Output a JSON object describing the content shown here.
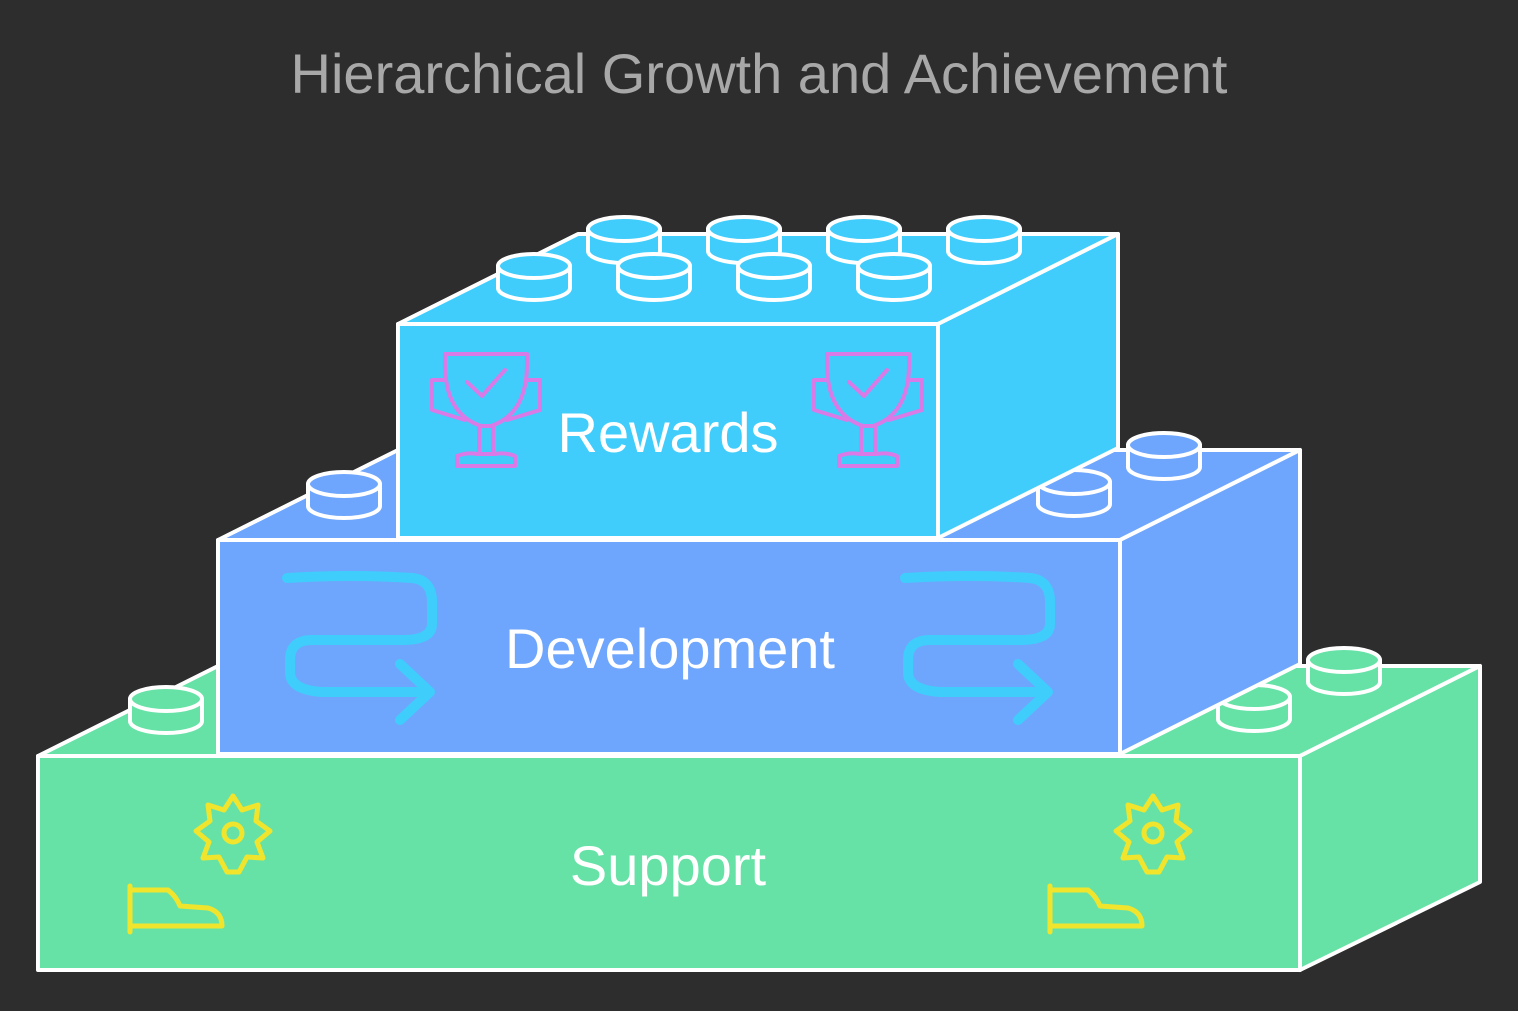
{
  "title": "Hierarchical Growth and Achievement",
  "levels": [
    {
      "name": "support",
      "label": "Support",
      "color": "#67e2a7",
      "icons": [
        "gear-icon",
        "hand-icon"
      ],
      "icon_color": "#f0e52c"
    },
    {
      "name": "development",
      "label": "Development",
      "color": "#6fa6fd",
      "icons": [
        "loop-arrow-icon"
      ],
      "icon_color": "#3fcdfc"
    },
    {
      "name": "rewards",
      "label": "Rewards",
      "color": "#40cdfc",
      "icons": [
        "trophy-icon"
      ],
      "icon_color": "#d97ae6"
    }
  ],
  "colors": {
    "background": "#2d2d2d",
    "title": "#a8a8a8",
    "outline": "#ffffff",
    "label": "#ffffff"
  }
}
